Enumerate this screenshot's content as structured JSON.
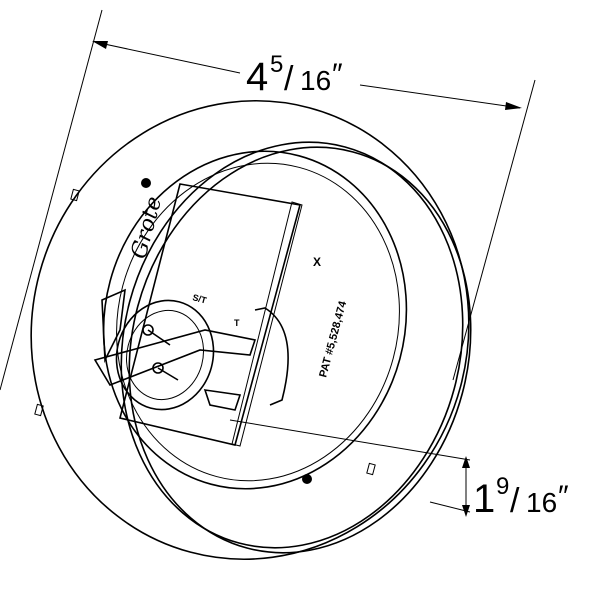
{
  "dimensions": {
    "width": {
      "whole": "4",
      "num": "5",
      "den": "16",
      "unit": "″"
    },
    "depth": {
      "whole": "1",
      "num": "9",
      "den": "16",
      "unit": "″"
    }
  },
  "labels": {
    "x_mark": "X",
    "st_mark": "S/T",
    "t_mark": "T",
    "patent": "PAT #5,528,474",
    "logo": "Grote"
  },
  "colors": {
    "line": "#000000",
    "background": "#ffffff"
  }
}
